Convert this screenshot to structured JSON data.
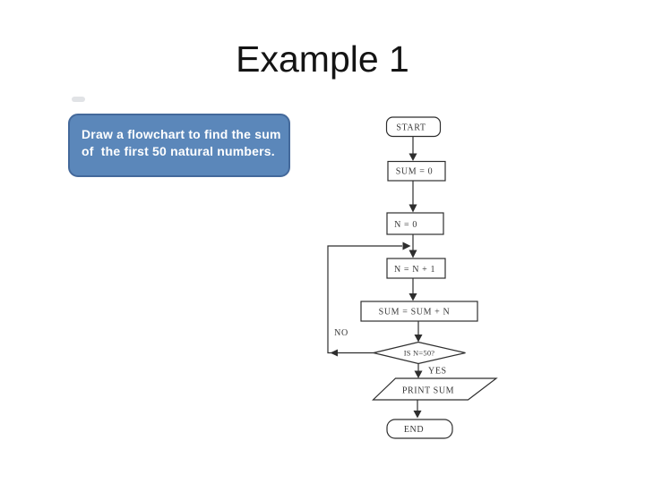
{
  "slide": {
    "title": "Example 1",
    "prompt_box": {
      "line1": "Draw a flowchart to find the sum",
      "line2": "of  the first 50 natural numbers."
    },
    "flowchart": {
      "nodes": [
        {
          "type": "terminator",
          "label": "START"
        },
        {
          "type": "process",
          "label": "SUM = 0"
        },
        {
          "type": "process",
          "label": "N = 0"
        },
        {
          "type": "process",
          "label": "N = N + 1"
        },
        {
          "type": "process",
          "label": "SUM = SUM + N"
        },
        {
          "type": "decision",
          "label": "IS N=50?"
        },
        {
          "type": "input-output",
          "label": "PRINT SUM"
        },
        {
          "type": "terminator",
          "label": "END"
        }
      ],
      "branch_labels": {
        "yes": "YES",
        "no": "NO"
      }
    },
    "colors": {
      "background": "#ffffff",
      "title_text": "#141414",
      "prompt_fill": "#5b87ba",
      "prompt_border": "#44699b",
      "prompt_text": "#ffffff",
      "flowchart_line": "#2e2e2e",
      "flowchart_text": "#383838"
    }
  }
}
